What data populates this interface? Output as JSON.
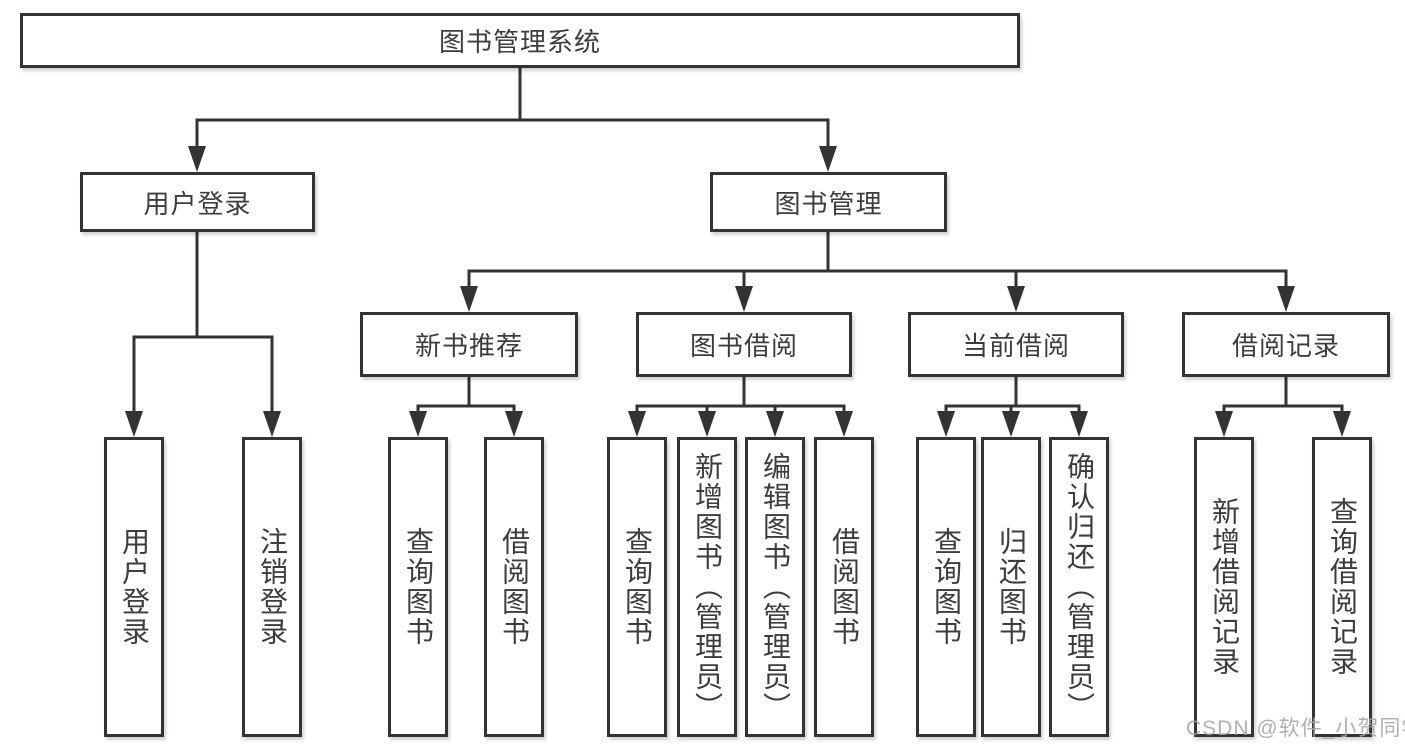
{
  "diagram_title": "图书管理系统",
  "nodes": {
    "root": {
      "label": "图书管理系统"
    },
    "user_login": {
      "label": "用户登录",
      "children": [
        {
          "label": "用户登录"
        },
        {
          "label": "注销登录"
        }
      ]
    },
    "book_mgmt": {
      "label": "图书管理"
    },
    "new_book": {
      "label": "新书推荐",
      "children": [
        {
          "label": "查询图书"
        },
        {
          "label": "借阅图书"
        }
      ]
    },
    "borrow": {
      "label": "图书借阅",
      "children": [
        {
          "label": "查询图书"
        },
        {
          "label": "新增图书（管理员）"
        },
        {
          "label": "编辑图书（管理员）"
        },
        {
          "label": "借阅图书"
        }
      ]
    },
    "current": {
      "label": "当前借阅",
      "children": [
        {
          "label": "查询图书"
        },
        {
          "label": "归还图书"
        },
        {
          "label": "确认归还（管理员）"
        }
      ]
    },
    "records": {
      "label": "借阅记录",
      "children": [
        {
          "label": "新增借阅记录"
        },
        {
          "label": "查询借阅记录"
        }
      ]
    }
  },
  "watermark": {
    "text": "CSDN @软件_小贺同学"
  },
  "colors": {
    "line": "#333333",
    "border": "#333333",
    "text": "#3d3d3d",
    "watermark": "#a5a5a5",
    "background": "#ffffff"
  }
}
